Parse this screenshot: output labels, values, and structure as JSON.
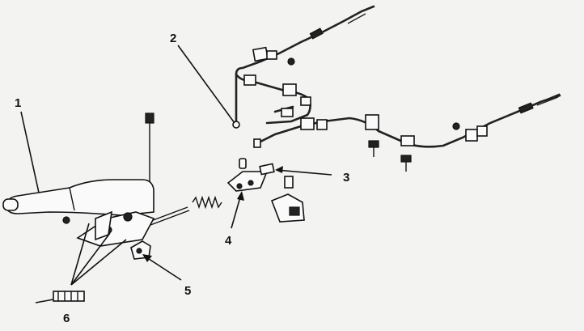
{
  "diagram": {
    "callouts": [
      {
        "id": "1",
        "label": "1"
      },
      {
        "id": "2",
        "label": "2"
      },
      {
        "id": "3",
        "label": "3"
      },
      {
        "id": "4",
        "label": "4"
      },
      {
        "id": "5",
        "label": "5"
      },
      {
        "id": "6",
        "label": "6"
      }
    ],
    "parts": [
      {
        "callout": "1",
        "name": "hand-brake-lever",
        "icon": "lever-icon"
      },
      {
        "callout": "2",
        "name": "rear-brake-cable",
        "icon": "cable-icon"
      },
      {
        "callout": "3",
        "name": "cable-pin",
        "icon": "pin-icon"
      },
      {
        "callout": "4",
        "name": "cable-equalizer",
        "icon": "equalizer-icon"
      },
      {
        "callout": "5",
        "name": "cable-clip",
        "icon": "clip-icon"
      },
      {
        "callout": "6",
        "name": "warning-switch",
        "icon": "switch-icon"
      }
    ]
  }
}
